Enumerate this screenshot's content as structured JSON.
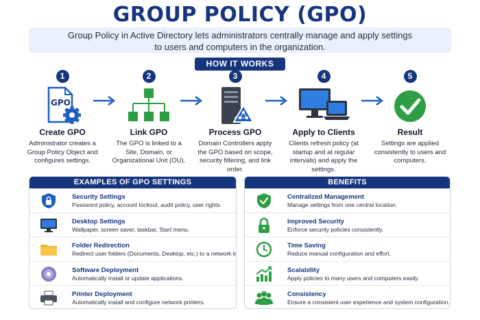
{
  "title": "GROUP POLICY (GPO)",
  "intro": {
    "line1": "Group Policy in Active Directory lets administrators centrally manage and apply settings",
    "line2": "to users and computers in the organization."
  },
  "how_label": "HOW IT WORKS",
  "steps": [
    {
      "num": "1",
      "title": "Create GPO",
      "icon": "gpo-document-gear-icon",
      "icon_text": "GPO",
      "desc": "Administrator creates a Group Policy Object and configures settings."
    },
    {
      "num": "2",
      "title": "Link GPO",
      "icon": "hierarchy-icon",
      "desc": "The GPO is linked to a Site, Domain, or Organizational Unit (OU)."
    },
    {
      "num": "3",
      "title": "Process GPO",
      "icon": "server-icon",
      "desc": "Domain Controllers apply the GPO based on scope, security filtering, and link order."
    },
    {
      "num": "4",
      "title": "Apply to Clients",
      "icon": "monitor-laptop-icon",
      "desc": "Clients refresh policy (at startup and at regular intervals) and apply the settings."
    },
    {
      "num": "5",
      "title": "Result",
      "icon": "check-circle-icon",
      "desc": "Settings are applied consistently to users and computers."
    }
  ],
  "examples": {
    "header": "EXAMPLES OF GPO SETTINGS",
    "items": [
      {
        "title": "Security Settings",
        "desc": "Password policy, account lockout, audit policy, user rights.",
        "icon": "lock-shield-icon"
      },
      {
        "title": "Desktop Settings",
        "desc": "Wallpaper, screen saver, taskbar, Start menu.",
        "icon": "desktop-icon"
      },
      {
        "title": "Folder Redirection",
        "desc": "Redirect user folders (Documents, Desktop, etc.) to a network location.",
        "icon": "folder-icon"
      },
      {
        "title": "Software Deployment",
        "desc": "Automatically install or update applications.",
        "icon": "disc-icon"
      },
      {
        "title": "Printer Deployment",
        "desc": "Automatically install and configure network printers.",
        "icon": "printer-icon"
      }
    ]
  },
  "benefits": {
    "header": "BENEFITS",
    "items": [
      {
        "title": "Centralized Management",
        "desc": "Manage settings from one central location.",
        "icon": "shield-check-icon"
      },
      {
        "title": "Improved Security",
        "desc": "Enforce security policies consistently.",
        "icon": "padlock-icon"
      },
      {
        "title": "Time Saving",
        "desc": "Reduce manual configuration and effort.",
        "icon": "clock-icon"
      },
      {
        "title": "Scalability",
        "desc": "Apply policies to many users and computers easily.",
        "icon": "growth-chart-icon"
      },
      {
        "title": "Consistency",
        "desc": "Ensure a consistent user experience and system configuration.",
        "icon": "people-group-icon"
      }
    ]
  },
  "colors": {
    "navy": "#17357d",
    "blue": "#1f5fbf",
    "green": "#2e9e44",
    "amber": "#f2b531",
    "light_panel": "#eaf1fb"
  }
}
